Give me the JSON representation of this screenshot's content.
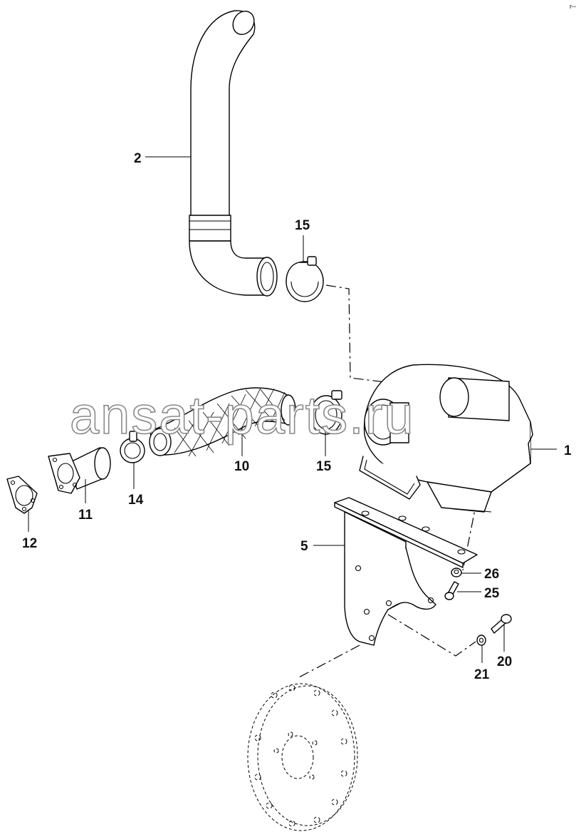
{
  "watermark": "ansat-parts.ru",
  "corner_mark": "r--",
  "callouts": [
    {
      "id": "1",
      "label": "1",
      "part": "muffler"
    },
    {
      "id": "2",
      "label": "2",
      "part": "exhaust-pipe"
    },
    {
      "id": "5",
      "label": "5",
      "part": "mounting-bracket"
    },
    {
      "id": "10",
      "label": "10",
      "part": "flexible-hose"
    },
    {
      "id": "11",
      "label": "11",
      "part": "flange-pipe"
    },
    {
      "id": "12",
      "label": "12",
      "part": "gasket"
    },
    {
      "id": "14",
      "label": "14",
      "part": "hose-clamp"
    },
    {
      "id": "15a",
      "label": "15",
      "part": "hose-clamp-upper"
    },
    {
      "id": "15b",
      "label": "15",
      "part": "hose-clamp-lower"
    },
    {
      "id": "20",
      "label": "20",
      "part": "bolt"
    },
    {
      "id": "21",
      "label": "21",
      "part": "nut"
    },
    {
      "id": "25",
      "label": "25",
      "part": "screw"
    },
    {
      "id": "26",
      "label": "26",
      "part": "nut-small"
    }
  ]
}
